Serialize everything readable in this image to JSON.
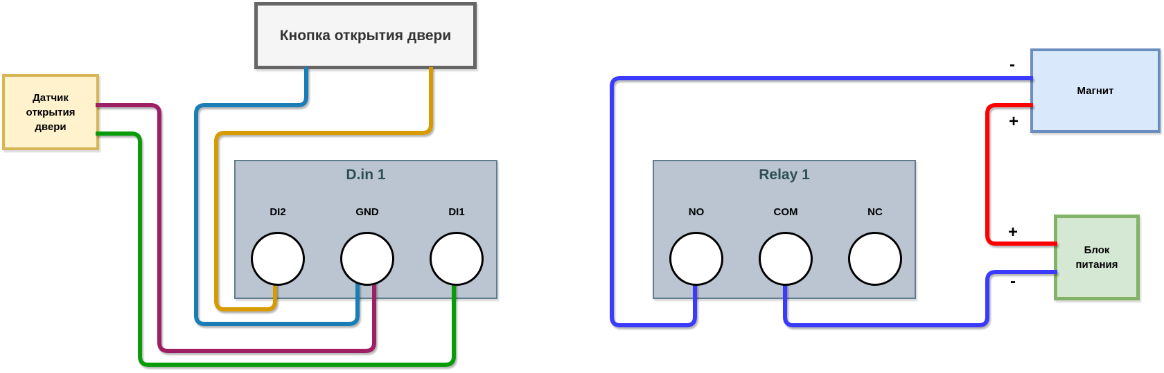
{
  "diagram": {
    "background": "#ffffff",
    "nodes": {
      "button": {
        "label": "Кнопка открытия двери",
        "fill": "#f5f5f5",
        "border": "#666666",
        "text_color": "#333333"
      },
      "sensor": {
        "label": "Датчик открытия двери",
        "fill": "#fff2cc",
        "border": "#d6b656",
        "text_color": "#000000"
      },
      "din1": {
        "title": "D.in 1",
        "title_color": "#2e4f52",
        "fill": "#bac5d1",
        "border": "#5f7d8c",
        "terminals": [
          "DI2",
          "GND",
          "DI1"
        ]
      },
      "relay1": {
        "title": "Relay 1",
        "title_color": "#2e4f52",
        "fill": "#bac5d1",
        "border": "#5f7d8c",
        "terminals": [
          "NO",
          "COM",
          "NC"
        ]
      },
      "magnet": {
        "label": "Магнит",
        "fill": "#dae8fc",
        "border": "#6c8ebf",
        "text_color": "#000000"
      },
      "psu": {
        "label": "Блок питания",
        "fill": "#d5e8d4",
        "border": "#82b366",
        "text_color": "#000000"
      }
    },
    "polarity": {
      "magnet_minus": "-",
      "magnet_plus": "+",
      "psu_plus": "+",
      "psu_minus": "-"
    },
    "wires": {
      "button_to_gnd": {
        "color": "#1a7db6",
        "from": "Кнопка открытия двери",
        "to": "D.in 1 / GND"
      },
      "button_to_di2": {
        "color": "#d79b00",
        "from": "Кнопка открытия двери",
        "to": "D.in 1 / DI2"
      },
      "sensor_to_gnd": {
        "color": "#9e2064",
        "from": "Датчик открытия двери",
        "to": "D.in 1 / GND"
      },
      "sensor_to_di1": {
        "color": "#089c08",
        "from": "Датчик открытия двери",
        "to": "D.in 1 / DI1"
      },
      "magnet_to_no": {
        "color": "#3b3bff",
        "from": "Магнит (-)",
        "to": "Relay 1 / NO"
      },
      "com_to_psu": {
        "color": "#3b3bff",
        "from": "Relay 1 / COM",
        "to": "Блок питания (-)"
      },
      "magnet_to_psu": {
        "color": "#ff0000",
        "from": "Магнит (+)",
        "to": "Блок питания (+)"
      }
    }
  }
}
